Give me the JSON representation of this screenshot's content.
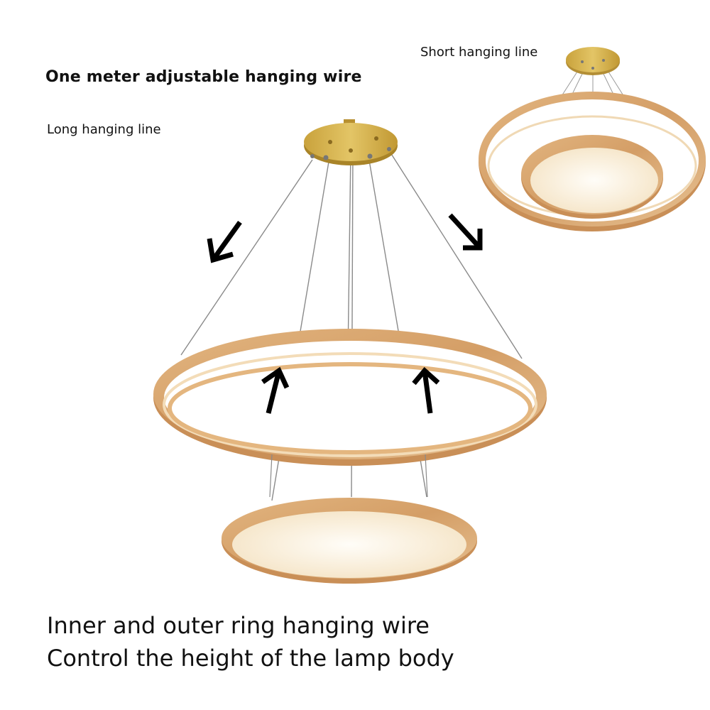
{
  "title": "One meter adjustable hanging wire",
  "long_label": "Long hanging line",
  "short_label": "Short hanging line",
  "caption": {
    "line1": "Inner and outer ring hanging wire",
    "line2": "Control the height of the lamp body"
  },
  "colors": {
    "wood": "#d9a873",
    "wood_dark": "#c48a55",
    "wood_light": "#e8c79d",
    "canopy": "#d4b04c",
    "wire": "#8a8a8a",
    "light": "#fdf6e8",
    "arrow": "#000000"
  },
  "icons": [
    "arrow-down-left-icon",
    "arrow-down-right-icon",
    "arrow-up-icon",
    "arrow-up-icon"
  ]
}
